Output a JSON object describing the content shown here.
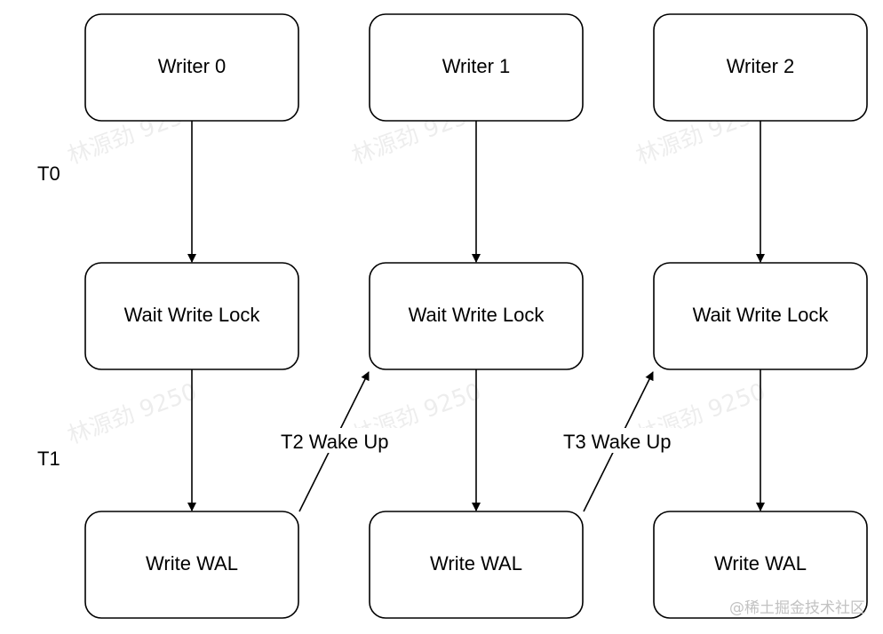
{
  "time_labels": [
    "T0",
    "T1"
  ],
  "nodes": {
    "writer0": "Writer 0",
    "writer1": "Writer 1",
    "writer2": "Writer 2",
    "wait0": "Wait Write Lock",
    "wait1": "Wait Write Lock",
    "wait2": "Wait Write Lock",
    "wal0": "Write WAL",
    "wal1": "Write WAL",
    "wal2": "Write WAL"
  },
  "edges": {
    "wake1": "T2 Wake Up",
    "wake2": "T3 Wake Up"
  },
  "watermark": "林源劲 9250",
  "credit": "@稀土掘金技术社区"
}
